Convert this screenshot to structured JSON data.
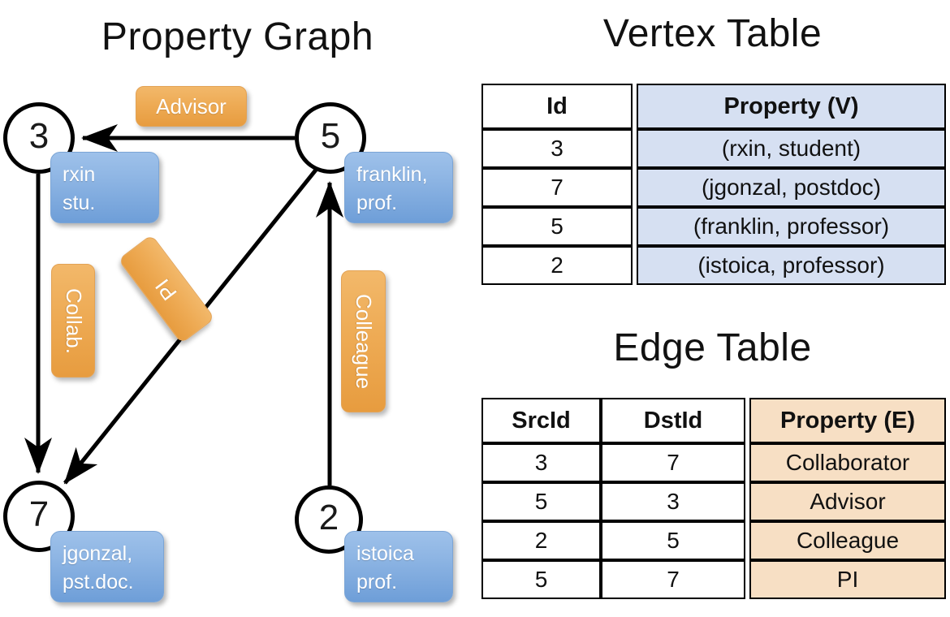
{
  "titles": {
    "property_graph": "Property Graph",
    "vertex_table": "Vertex Table",
    "edge_table": "Edge Table"
  },
  "colors": {
    "vertex_property_fill": "#d6e0f2",
    "edge_property_fill": "#f7dfc4",
    "node_callout_blue": "#8fb6e4",
    "edge_label_orange": "#eeab55",
    "stroke": "#000000",
    "background": "#ffffff"
  },
  "graph": {
    "nodes": [
      {
        "id": "3",
        "label": "3",
        "property_line1": "rxin",
        "property_line2": "stu."
      },
      {
        "id": "5",
        "label": "5",
        "property_line1": "franklin,",
        "property_line2": "prof."
      },
      {
        "id": "7",
        "label": "7",
        "property_line1": "jgonzal,",
        "property_line2": "pst.doc."
      },
      {
        "id": "2",
        "label": "2",
        "property_line1": "istoica",
        "property_line2": "prof."
      }
    ],
    "edge_labels": [
      {
        "key": "advisor",
        "text": "Advisor",
        "orientation": "horizontal"
      },
      {
        "key": "collab",
        "text": "Collab.",
        "orientation": "vertical"
      },
      {
        "key": "pi",
        "text": "PI",
        "orientation": "diagonal"
      },
      {
        "key": "colleague",
        "text": "Colleague",
        "orientation": "vertical"
      }
    ],
    "edges": [
      {
        "from": "5",
        "to": "3",
        "label": "Advisor"
      },
      {
        "from": "3",
        "to": "7",
        "label": "Collab."
      },
      {
        "from": "5",
        "to": "7",
        "label": "PI"
      },
      {
        "from": "2",
        "to": "5",
        "label": "Colleague"
      }
    ]
  },
  "vertex_table": {
    "headers": [
      "Id",
      "Property (V)"
    ],
    "rows": [
      {
        "id": "3",
        "property": "(rxin, student)"
      },
      {
        "id": "7",
        "property": "(jgonzal, postdoc)"
      },
      {
        "id": "5",
        "property": "(franklin, professor)"
      },
      {
        "id": "2",
        "property": "(istoica, professor)"
      }
    ]
  },
  "edge_table": {
    "headers": [
      "SrcId",
      "DstId",
      "Property (E)"
    ],
    "rows": [
      {
        "src": "3",
        "dst": "7",
        "property": "Collaborator"
      },
      {
        "src": "5",
        "dst": "3",
        "property": "Advisor"
      },
      {
        "src": "2",
        "dst": "5",
        "property": "Colleague"
      },
      {
        "src": "5",
        "dst": "7",
        "property": "PI"
      }
    ]
  }
}
